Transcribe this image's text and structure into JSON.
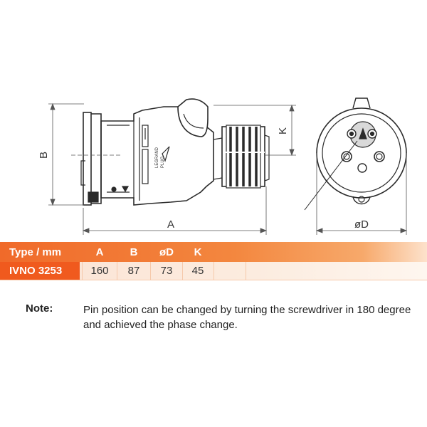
{
  "drawing": {
    "dimension_labels": {
      "a": "A",
      "b": "B",
      "k": "K",
      "d": "øD"
    },
    "marking_text": [
      "LEGRAND",
      "PLUG"
    ]
  },
  "table": {
    "headers": [
      "Type / mm",
      "A",
      "B",
      "øD",
      "K"
    ],
    "rows": [
      {
        "type": "IVNO 3253",
        "a": "160",
        "b": "87",
        "d": "73",
        "k": "45"
      }
    ],
    "header_color": "#f06a2a",
    "row_color": "#fbe3d4"
  },
  "note": {
    "label": "Note:",
    "line1": "Pin position can be changed by turning the screwdriver in 180 degree",
    "line2": "and achieved the phase change."
  }
}
